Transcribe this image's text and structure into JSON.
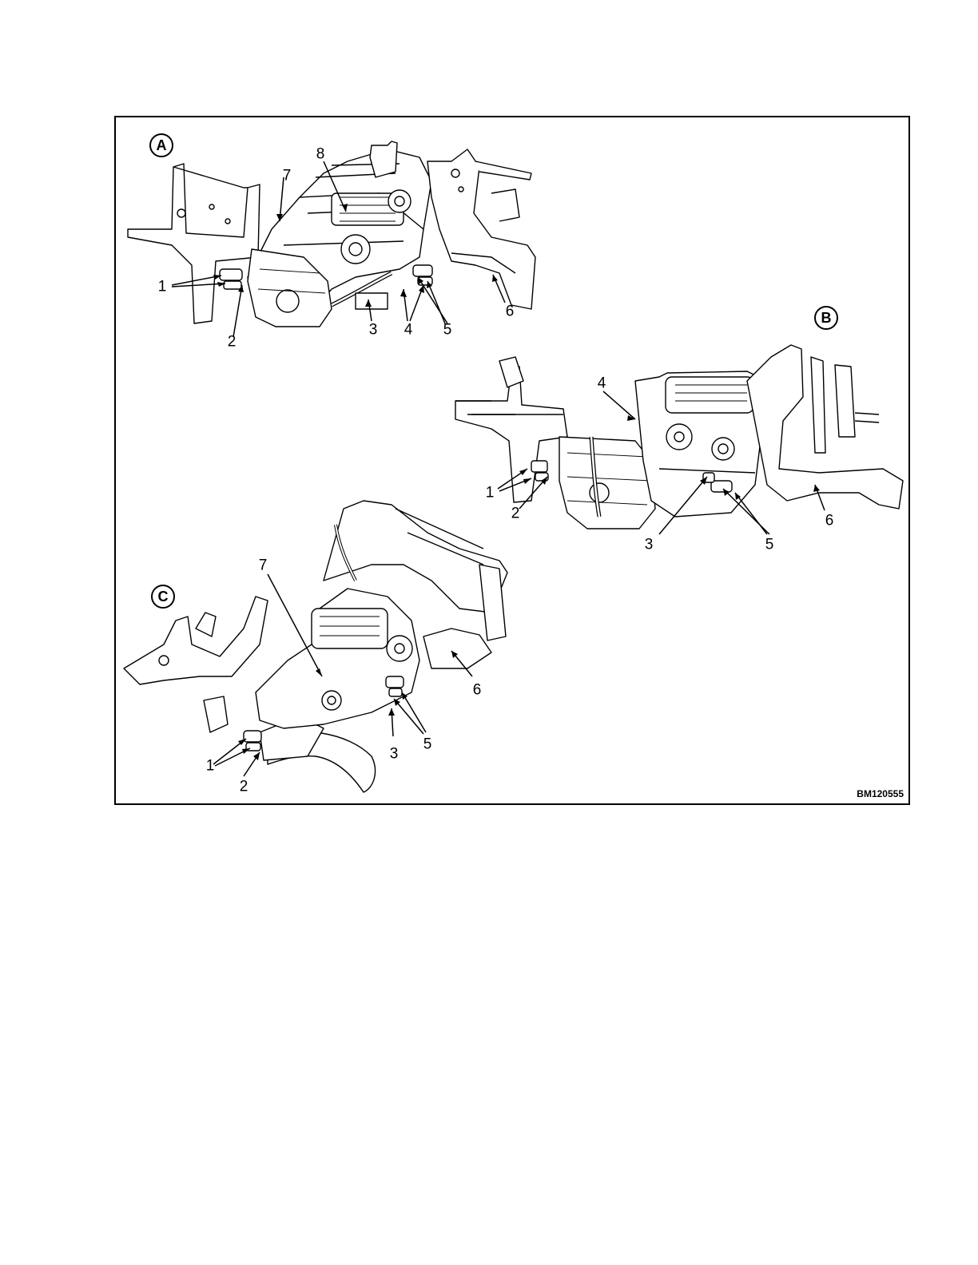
{
  "figure": {
    "id": "BM120555",
    "views": [
      {
        "key": "A",
        "label": "A",
        "callouts": [
          "1",
          "2",
          "3",
          "4",
          "5",
          "6",
          "7",
          "8"
        ]
      },
      {
        "key": "B",
        "label": "B",
        "callouts": [
          "1",
          "2",
          "3",
          "4",
          "5",
          "6"
        ]
      },
      {
        "key": "C",
        "label": "C",
        "callouts": [
          "1",
          "2",
          "3",
          "5",
          "6",
          "7"
        ]
      }
    ]
  }
}
